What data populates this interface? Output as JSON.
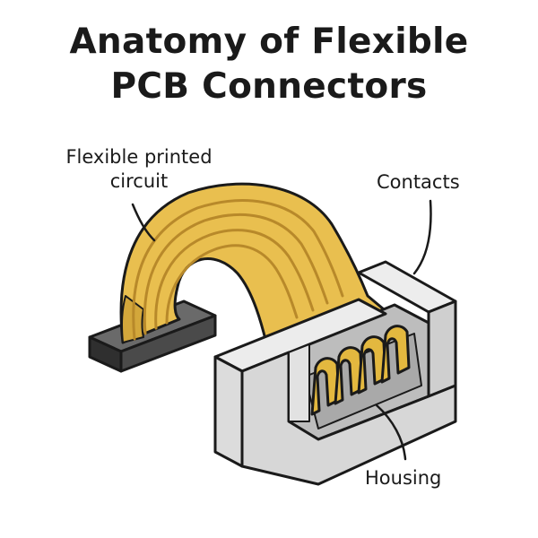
{
  "title": {
    "line1": "Anatomy of Flexible",
    "line2": "PCB Connectors"
  },
  "labels": {
    "flex_circuit": {
      "line1": "Flexible printed",
      "line2": "circuit"
    },
    "contacts": "Contacts",
    "housing": "Housing"
  },
  "colors": {
    "flex_fill": "#e9bf4f",
    "flex_trace": "#b8892a",
    "contact_fill": "#e3b83f",
    "housing_top": "#e6e6e6",
    "housing_front": "#d7d7d7",
    "housing_inner": "#bdbdbd",
    "stiffener": "#4a4a4a",
    "outline": "#1a1a1a"
  }
}
